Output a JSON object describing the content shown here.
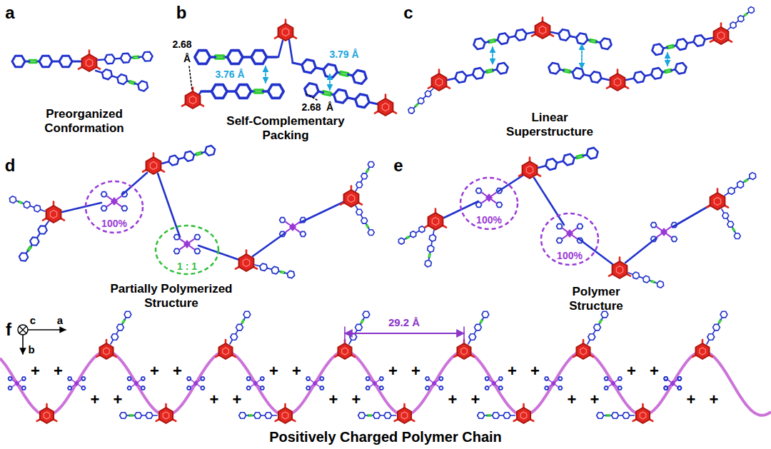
{
  "diagram": {
    "nodes": [
      {
        "text": [
          "100%"
        ]
      },
      {
        "text": [
          "1 : 1"
        ]
      },
      {
        "text": [
          "100%"
        ]
      },
      {
        "text": [
          "100%"
        ]
      }
    ],
    "labels": [
      "a",
      "Preorganized Conformation",
      "b",
      "2.68",
      "Å",
      "3.76 Å",
      "3.79 Å",
      "2.68",
      "Å",
      "Self-Complementary Packing",
      "c",
      "Linear Superstructure",
      "d",
      "Partially Polymerized Structure",
      "e",
      "Polymer Structure",
      "f",
      "c",
      "a",
      "b",
      "29.2 Å",
      "+",
      "+",
      "+",
      "+",
      "+",
      "+",
      "+",
      "+",
      "+",
      "+",
      "+",
      "+",
      "+",
      "+",
      "+",
      "+",
      "+",
      "+",
      "+",
      "+",
      "+",
      "+",
      "+",
      "+",
      "Positively Charged Polymer Chain"
    ]
  }
}
